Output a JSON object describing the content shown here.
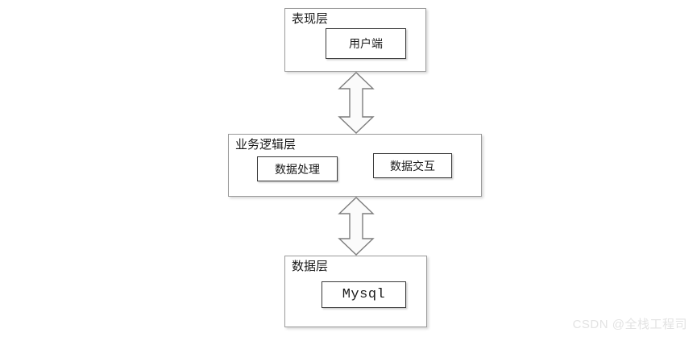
{
  "diagram": {
    "title": "three-tier architecture diagram",
    "background_color": "#ffffff",
    "layer_border_color": "#9b9b9b",
    "component_border_color": "#3a3a3a",
    "arrow_fill_color": "#fbfbfb",
    "arrow_stroke_color": "#7d7d7d",
    "layers": [
      {
        "id": "presentation",
        "title": "表现层",
        "components": [
          {
            "id": "client",
            "label": "用户端"
          }
        ]
      },
      {
        "id": "business",
        "title": "业务逻辑层",
        "components": [
          {
            "id": "data-process",
            "label": "数据处理"
          },
          {
            "id": "data-exchange",
            "label": "数据交互"
          }
        ]
      },
      {
        "id": "data",
        "title": "数据层",
        "components": [
          {
            "id": "mysql",
            "label": "Mysql"
          }
        ]
      }
    ],
    "connectors": [
      {
        "id": "presentation-business",
        "type": "double-arrow-vertical"
      },
      {
        "id": "business-data",
        "type": "double-arrow-vertical"
      }
    ]
  },
  "watermark": {
    "text": "CSDN @全栈工程司"
  }
}
